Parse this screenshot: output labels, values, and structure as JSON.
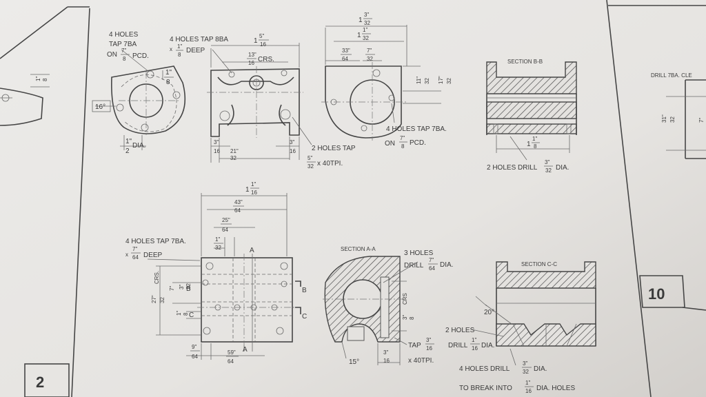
{
  "colors": {
    "paper": "#e9e7e4",
    "line": "#454545",
    "text": "#3a3a3a"
  },
  "sheet_numbers": {
    "left": "2",
    "right": "10"
  },
  "top_left_view": {
    "holes_label_1": "4 HOLES",
    "holes_label_2": "TAP 7BA",
    "on_pcd_prefix": "ON",
    "pcd_num": "7\"",
    "pcd_den": "8",
    "pcd_suffix": "PCD.",
    "angle": "16°",
    "dim_top_num": "1\"",
    "dim_top_den": "8",
    "dia_num": "1\"",
    "dia_den": "2",
    "dia_suffix": "DIA."
  },
  "top_middle_view": {
    "holes_label": "4 HOLES TAP 8BA",
    "deep_prefix": "x",
    "deep_num": "1\"",
    "deep_den": "8",
    "deep_suffix": "DEEP",
    "overall_whole": "1",
    "overall_num": "5\"",
    "overall_den": "16",
    "crs_num": "13\"",
    "crs_den": "16",
    "crs_suffix": "CRS.",
    "left_num": "3\"",
    "left_den": "16",
    "mid_num": "21\"",
    "mid_den": "32",
    "right_num": "3\"",
    "right_den": "16",
    "tap_label": "2 HOLES TAP",
    "tap_num": "5\"",
    "tap_den": "32",
    "tap_suffix": "x 40TPI."
  },
  "top_right_view": {
    "overall_whole": "1",
    "overall_num": "3\"",
    "overall_den": "32",
    "inner_whole": "1",
    "inner_num": "1\"",
    "inner_den": "32",
    "left_num": "33\"",
    "left_den": "64",
    "mid_num": "7\"",
    "mid_den": "32",
    "v1_num": "11\"",
    "v1_den": "32",
    "v2_num": "17\"",
    "v2_den": "32",
    "holes_label": "4 HOLES TAP 7BA.",
    "on_prefix": "ON",
    "pcd_num": "7\"",
    "pcd_den": "8",
    "pcd_suffix": "PCD."
  },
  "section_bb": {
    "title": "SECTION B-B",
    "dim_whole": "1",
    "dim_num": "1\"",
    "dim_den": "8",
    "drill_label": "2 HOLES DRILL",
    "drill_num": "3\"",
    "drill_den": "32",
    "drill_suffix": "DIA."
  },
  "far_right": {
    "drill_text": "DRILL 7BA. CLE",
    "dim_num": "31\"",
    "dim_den": "32",
    "dim2": "7\""
  },
  "far_left": {
    "dim_num": "1\"",
    "dim_den": "8"
  },
  "bottom_left_view": {
    "overall_whole": "1",
    "overall_num": "1\"",
    "overall_den": "16",
    "d43_num": "43\"",
    "d43_den": "64",
    "d25_num": "25\"",
    "d25_den": "64",
    "d1_num": "1\"",
    "d1_den": "32",
    "holes_label": "4 HOLES TAP 7BA.",
    "deep_prefix": "x",
    "deep_num": "7\"",
    "deep_den": "64",
    "deep_suffix": "DEEP",
    "crs_num": "27\"",
    "crs_den": "32",
    "crs_suffix": "CRS.",
    "v7_num": "7\"",
    "v3_num": "3\"",
    "v3_den": "32",
    "v1_num": "1\"",
    "v1_den": "8",
    "b9_num": "9\"",
    "b9_den": "64",
    "b59_num": "59\"",
    "b59_den": "64",
    "mark_a": "A",
    "mark_b": "B",
    "mark_c": "C"
  },
  "section_aa": {
    "title": "SECTION A-A",
    "holes_label": "3 HOLES",
    "drill_prefix": "DRILL",
    "drill_num": "7\"",
    "drill_den": "64",
    "drill_suffix": "DIA.",
    "crs_num": "3\"",
    "crs_den": "8",
    "crs_suffix": "CRS",
    "angle": "15°",
    "b_num": "3\"",
    "b_den": "16",
    "tap_prefix": "TAP",
    "tap_num": "3\"",
    "tap_den": "16",
    "tpi": "x 40TPI."
  },
  "section_cc": {
    "title": "SECTION C-C",
    "angle": "20°",
    "holes2_label": "2 HOLES",
    "drill_prefix": "DRILL",
    "drill_num": "1\"",
    "drill_den": "16",
    "drill_suffix": "DIA.",
    "holes4_label": "4 HOLES DRILL",
    "drill4_num": "3\"",
    "drill4_den": "32",
    "drill4_suffix": "DIA.",
    "break_label": "TO BREAK INTO",
    "break_num": "1\"",
    "break_den": "16",
    "break_suffix": "DIA. HOLES"
  }
}
